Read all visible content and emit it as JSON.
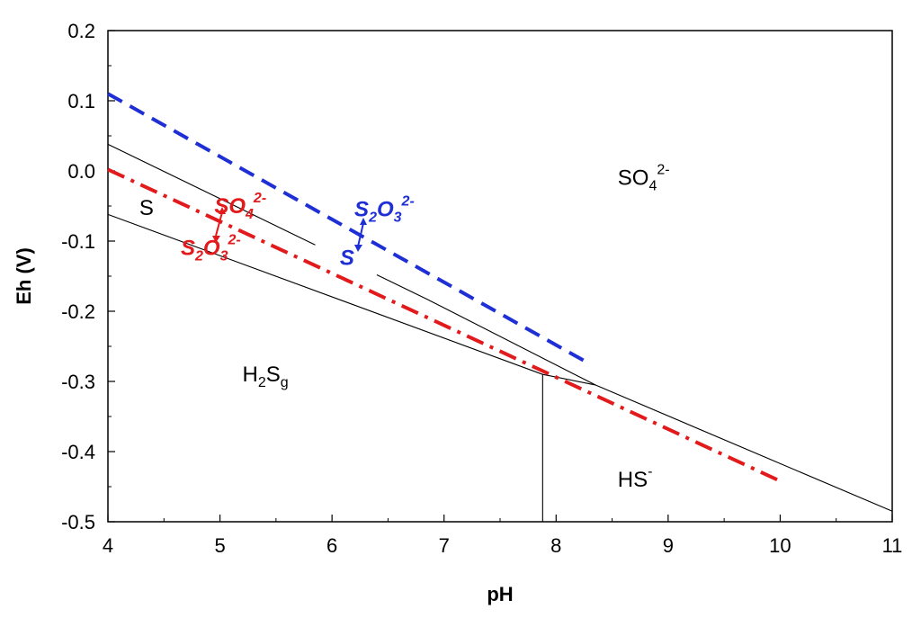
{
  "chart_data": {
    "type": "line",
    "xlabel": "pH",
    "ylabel": "Eh (V)",
    "xlim": [
      4,
      11
    ],
    "ylim": [
      -0.5,
      0.2
    ],
    "x_ticks": [
      4,
      5,
      6,
      7,
      8,
      9,
      10,
      11
    ],
    "y_ticks": [
      0.2,
      0.1,
      0.0,
      -0.1,
      -0.2,
      -0.3,
      -0.4,
      -0.5
    ],
    "y_tick_labels": [
      "0.2",
      "0.1",
      "0.0",
      "-0.1",
      "-0.2",
      "-0.3",
      "-0.4",
      "-0.5"
    ],
    "grid": false,
    "legend": "none",
    "boundaries": [
      {
        "x": [
          4.0,
          6.85,
          8.35
        ],
        "y": [
          0.038,
          -0.183,
          -0.305
        ],
        "gaps": [
          [
            5.85,
            6.4
          ]
        ]
      },
      {
        "x": [
          4.0,
          7.88,
          8.35
        ],
        "y": [
          -0.062,
          -0.29,
          -0.305
        ]
      },
      {
        "x": [
          8.35,
          11.0
        ],
        "y": [
          -0.305,
          -0.485
        ]
      },
      {
        "x": [
          7.88,
          7.88
        ],
        "y": [
          -0.29,
          -0.5
        ]
      }
    ],
    "series": [
      {
        "x": [
          4.0,
          8.3
        ],
        "y": [
          0.11,
          -0.275
        ],
        "color": "#1f2fd6",
        "style": "dashed"
      },
      {
        "x": [
          4.0,
          10.0
        ],
        "y": [
          0.002,
          -0.442
        ],
        "color": "#e31a1c",
        "style": "dashdot"
      }
    ],
    "region_labels": [
      {
        "base": "SO",
        "sub": "4",
        "sup": "2-",
        "x": 8.55,
        "y": -0.02
      },
      {
        "base": "S",
        "sub": "",
        "sup": "",
        "x": 4.28,
        "y": -0.063
      },
      {
        "base": "H",
        "sub": "2",
        "mid": "S",
        "sub2": "g",
        "x": 5.2,
        "y": -0.3
      },
      {
        "base": "HS",
        "sub": "",
        "sup": "-",
        "x": 8.55,
        "y": -0.45
      }
    ],
    "annotations": [
      {
        "text_main": "SO",
        "sub": "4",
        "sup": "2-",
        "color": "#e31a1c",
        "x": 4.95,
        "y": -0.06
      },
      {
        "text_main": "S",
        "sub": "2",
        "mid": "O",
        "sub2": "3",
        "sup": "2-",
        "color": "#e31a1c",
        "x": 4.65,
        "y": -0.12
      },
      {
        "text_main": "S",
        "sub": "2",
        "mid": "O",
        "sub2": "3",
        "sup": "2-",
        "color": "#1f2fd6",
        "x": 6.2,
        "y": -0.065
      },
      {
        "text_main": "S",
        "sub": "",
        "sup": "",
        "color": "#1f2fd6",
        "x": 6.07,
        "y": -0.134
      }
    ]
  }
}
